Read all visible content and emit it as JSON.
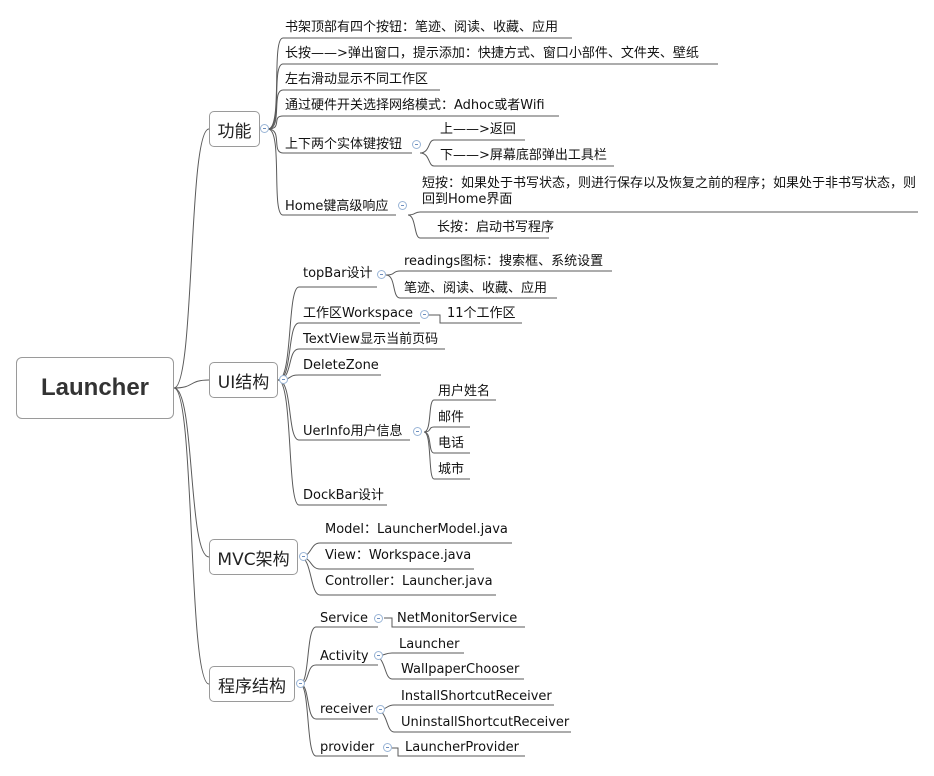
{
  "root": {
    "label": "Launcher"
  },
  "branches": [
    {
      "label": "功能",
      "items": [
        "书架顶部有四个按钮：笔迹、阅读、收藏、应用",
        "长按——>弹出窗口，提示添加：快捷方式、窗口小部件、文件夹、壁纸",
        "左右滑动显示不同工作区",
        "通过硬件开关选择网络模式：Adhoc或者Wifi",
        {
          "label": "上下两个实体键按钮",
          "children": [
            "上——>返回",
            "下——>屏幕底部弹出工具栏"
          ]
        },
        {
          "label": "Home键高级响应",
          "children": [
            "短按：如果处于书写状态，则进行保存以及恢复之前的程序；如果处于非书写状态，则回到Home界面",
            "长按：启动书写程序"
          ]
        }
      ]
    },
    {
      "label": "UI结构",
      "items": [
        {
          "label": "topBar设计",
          "children": [
            "readings图标：搜索框、系统设置",
            "笔迹、阅读、收藏、应用"
          ]
        },
        {
          "label": "工作区Workspace",
          "children": [
            "11个工作区"
          ]
        },
        "TextView显示当前页码",
        "DeleteZone",
        {
          "label": "UerInfo用户信息",
          "children": [
            "用户姓名",
            "邮件",
            "电话",
            "城市"
          ]
        },
        "DockBar设计"
      ]
    },
    {
      "label": "MVC架构",
      "items": [
        "Model：LauncherModel.java",
        "View：Workspace.java",
        "Controller：Launcher.java"
      ]
    },
    {
      "label": "程序结构",
      "items": [
        {
          "label": "Service",
          "children": [
            "NetMonitorService"
          ]
        },
        {
          "label": "Activity",
          "children": [
            "Launcher",
            "WallpaperChooser"
          ]
        },
        {
          "label": "receiver",
          "children": [
            "InstallShortcutReceiver",
            "UninstallShortcutReceiver"
          ]
        },
        {
          "label": "provider",
          "children": [
            "LauncherProvider"
          ]
        }
      ]
    }
  ]
}
